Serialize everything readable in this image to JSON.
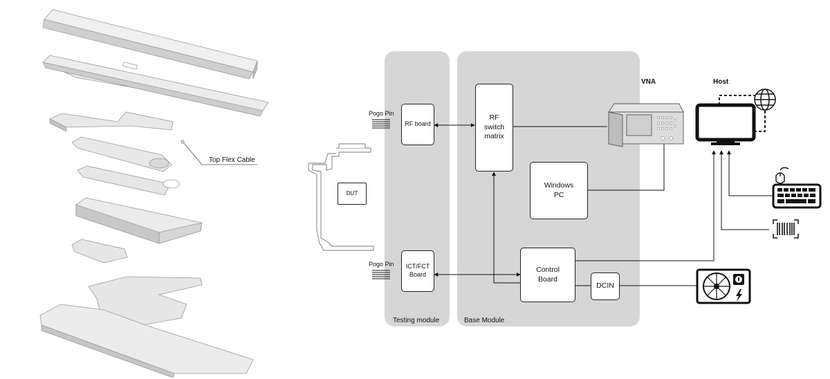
{
  "exploded_view": {
    "callout_label": "Top Flex Cable"
  },
  "diagram": {
    "testing_module": {
      "label": "Testing module"
    },
    "base_module": {
      "label": "Base Module"
    },
    "pogo_pin_top": "Pogo Pin",
    "pogo_pin_bottom": "Pogo Pin",
    "dut": "DUT",
    "rf_board": "RF board",
    "ict_fct_board": {
      "line1": "ICT/FCT",
      "line2": "Board"
    },
    "rf_switch_matrix": {
      "line1": "RF",
      "line2": "switch",
      "line3": "matrix"
    },
    "windows_pc": {
      "line1": "Windows",
      "line2": "PC"
    },
    "control_board": {
      "line1": "Control",
      "line2": "Board"
    },
    "dcin": "DCIN",
    "vna": "VNA",
    "host": "Host"
  },
  "icons": [
    "globe-icon",
    "monitor-icon",
    "keyboard-icon",
    "mouse-icon",
    "barcode-scanner-icon",
    "power-supply-icon",
    "lightning-icon",
    "vna-instrument-icon"
  ]
}
